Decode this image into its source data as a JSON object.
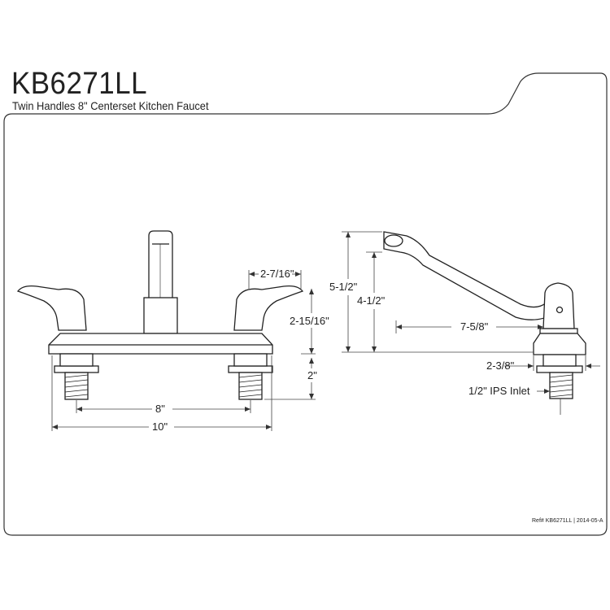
{
  "header": {
    "model": "KB6271LL",
    "description": "Twin Handles 8\" Centerset Kitchen Faucet"
  },
  "front_view": {
    "dim_handle_width": "2-7/16\"",
    "dim_height": "2-15/16\"",
    "dim_shank": "2\"",
    "dim_centers": "8\"",
    "dim_overall": "10\""
  },
  "side_view": {
    "dim_overall_height": "5-1/2\"",
    "dim_spout_height": "4-1/2\"",
    "dim_reach": "7-5/8\"",
    "dim_base": "2-3/8\"",
    "inlet_label": "1/2\" IPS Inlet"
  },
  "footer": {
    "ref": "Ref# KB6271LL | 2014-05-A"
  }
}
